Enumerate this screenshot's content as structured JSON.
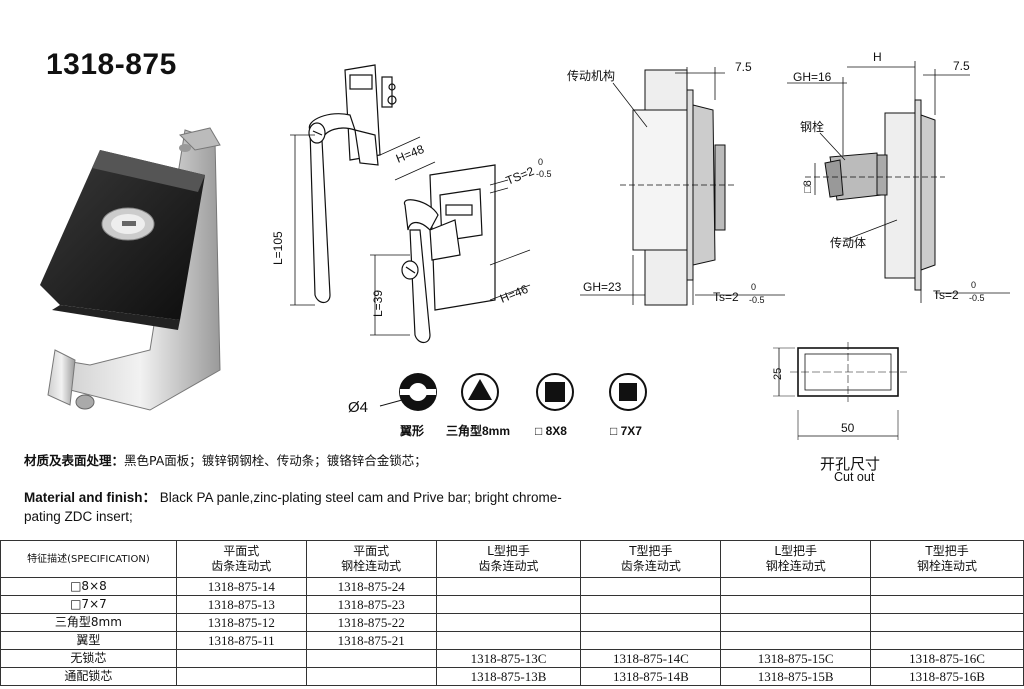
{
  "title": "1318-875",
  "drawing_labels": {
    "l105": "L=105",
    "h48": "H=48",
    "ts_front": "TS=2",
    "ts_sup": "0",
    "ts_sub": "-0.5",
    "l39": "L=39",
    "h46": "H=46",
    "mech_cn": "传动机构",
    "dim_75_a": "7.5",
    "gh23": "GH=23",
    "ts_mid": "Ts=2",
    "gh16": "GH=16",
    "h_label": "H",
    "dim_75_b": "7.5",
    "bolt_cn": "钢栓",
    "sq8": "□8",
    "body_cn": "传动体",
    "ts_right": "Ts=2",
    "phi4": "Ø4",
    "wing": "翼形",
    "tri": "三角型8mm",
    "sq8x8": "□ 8X8",
    "sq7x7": "□ 7X7",
    "cut_w": "50",
    "cut_h": "25"
  },
  "cutout": {
    "cn": "开孔尺寸",
    "en": "Cut out"
  },
  "material_cn": {
    "label": "材质及表面处理：",
    "text": "黑色PA面板；镀锌钢钢栓、传动条；镀铬锌合金锁芯；"
  },
  "material_en": {
    "label": "Material and finish：",
    "text": "Black PA panle,zinc-plating steel cam and Prive bar; bright chrome-pating ZDC insert;"
  },
  "table": {
    "headers": [
      {
        "l1": "特征描述(SPECIFICATION)",
        "l2": ""
      },
      {
        "l1": "平面式",
        "l2": "齿条连动式"
      },
      {
        "l1": "平面式",
        "l2": "钢栓连动式"
      },
      {
        "l1": "L型把手",
        "l2": "齿条连动式"
      },
      {
        "l1": "T型把手",
        "l2": "齿条连动式"
      },
      {
        "l1": "L型把手",
        "l2": "钢栓连动式"
      },
      {
        "l1": "T型把手",
        "l2": "钢栓连动式"
      }
    ],
    "rows": [
      [
        "□8×8",
        "1318-875-14",
        "1318-875-24",
        "",
        "",
        "",
        ""
      ],
      [
        "□7×7",
        "1318-875-13",
        "1318-875-23",
        "",
        "",
        "",
        ""
      ],
      [
        "三角型8mm",
        "1318-875-12",
        "1318-875-22",
        "",
        "",
        "",
        ""
      ],
      [
        "翼型",
        "1318-875-11",
        "1318-875-21",
        "",
        "",
        "",
        ""
      ],
      [
        "无锁芯",
        "",
        "",
        "1318-875-13C",
        "1318-875-14C",
        "1318-875-15C",
        "1318-875-16C"
      ],
      [
        "通配锁芯",
        "",
        "",
        "1318-875-13B",
        "1318-875-14B",
        "1318-875-15B",
        "1318-875-16B"
      ]
    ]
  }
}
